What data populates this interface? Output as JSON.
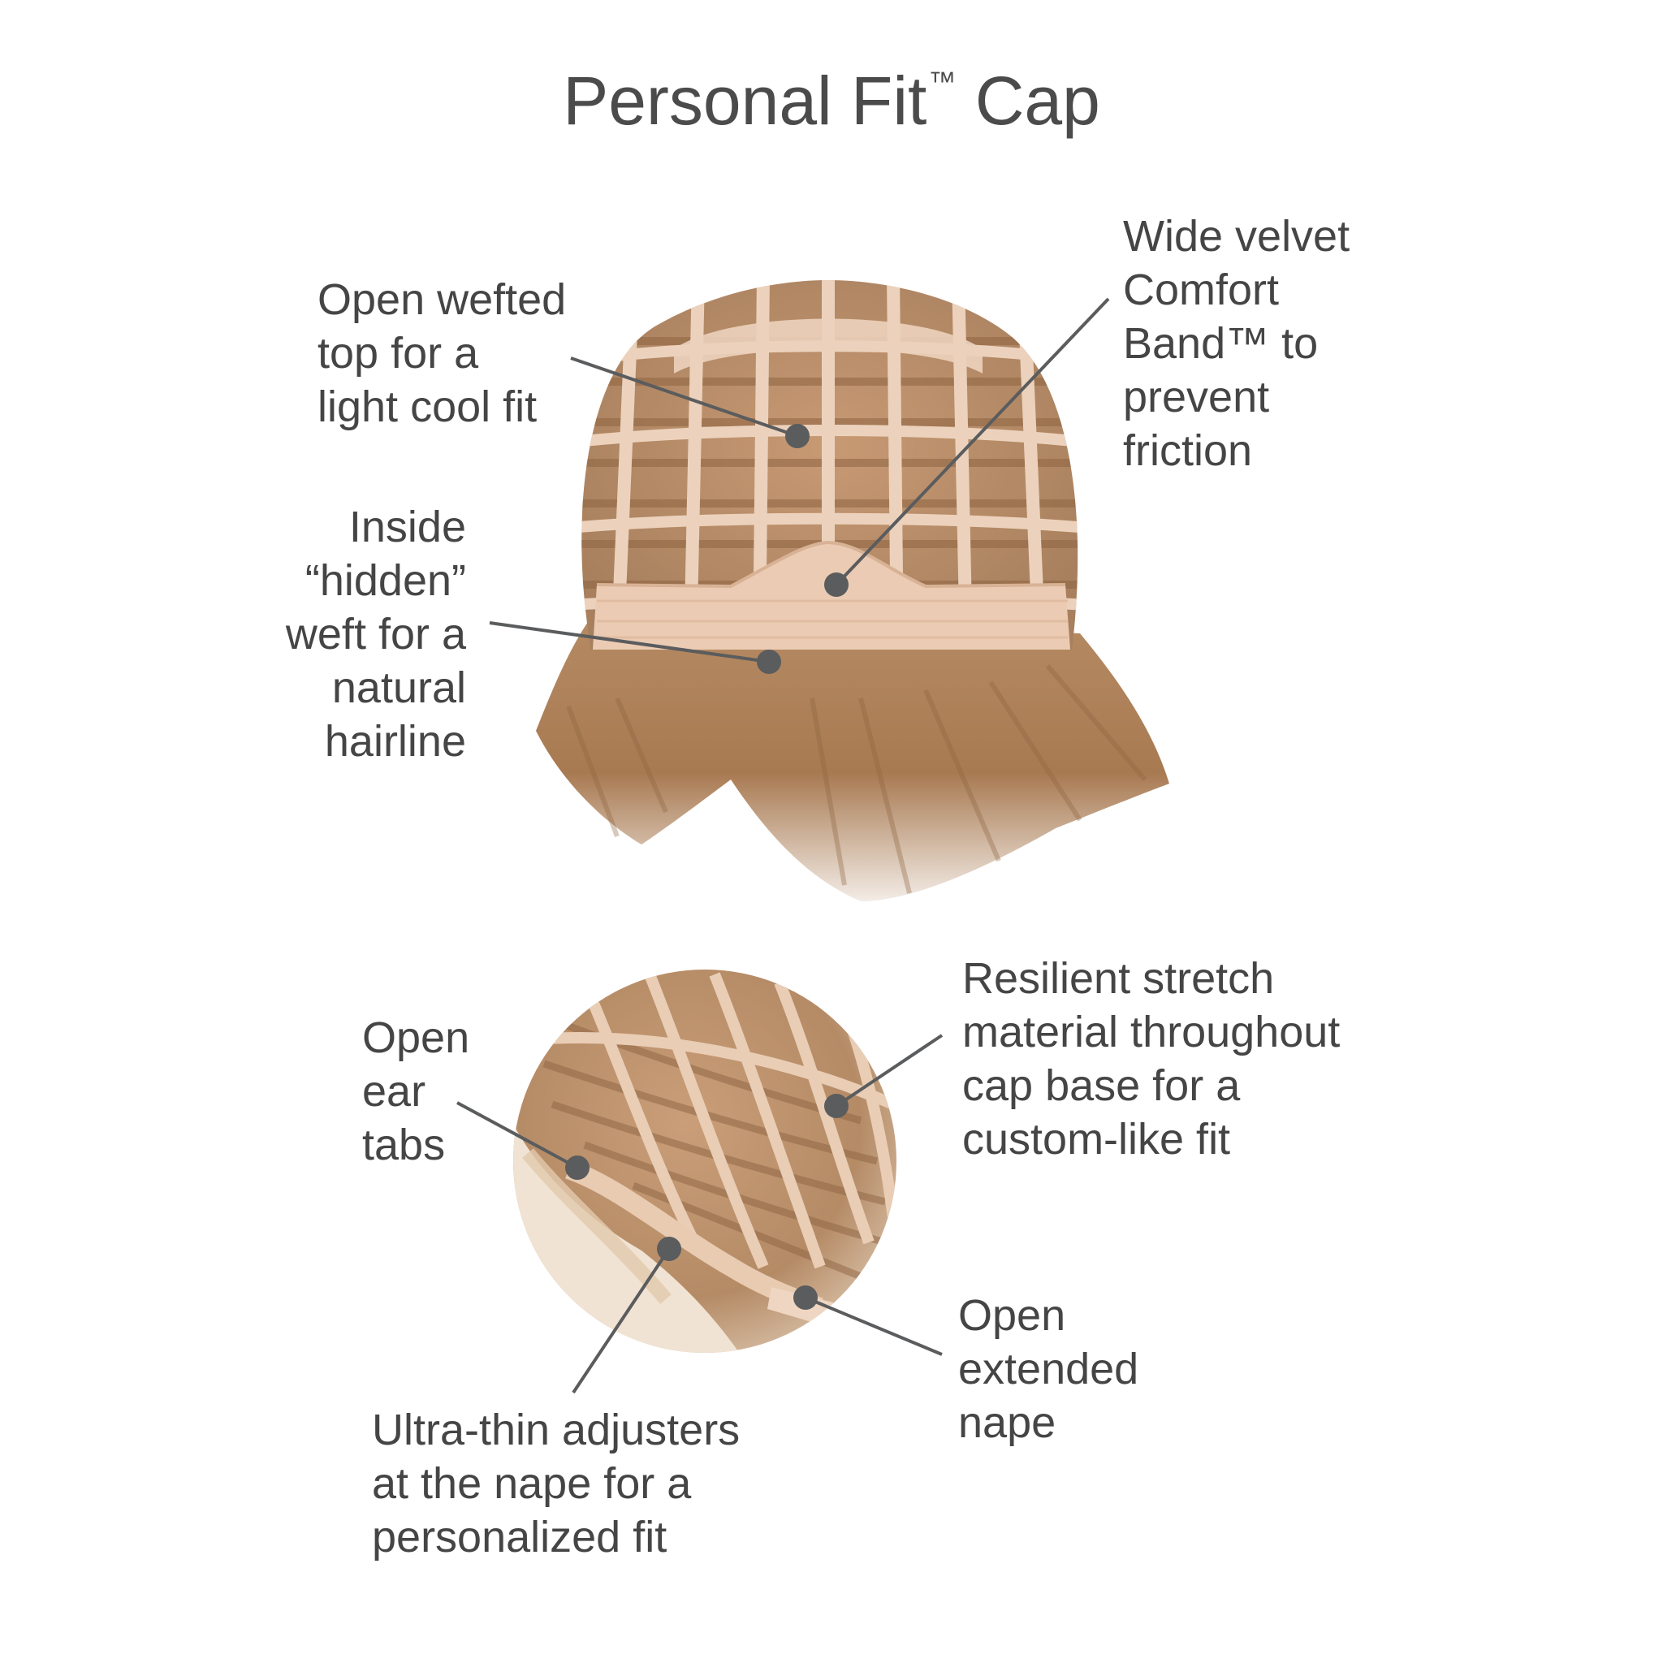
{
  "title": {
    "main": "Personal Fit",
    "tm": "™",
    "tail": " Cap"
  },
  "colors": {
    "text": "#454545",
    "leader": "#5a5c5e",
    "cap_band": "#e8c8ae",
    "hair_light": "#d9b48e",
    "hair_dark": "#a9784f"
  },
  "top_view": {
    "callouts": [
      {
        "text": "Open wefted\ntop for a\nlight cool fit"
      },
      {
        "text": "Wide velvet\nComfort\nBand™ to\nprevent\nfriction"
      },
      {
        "text": "Inside\n“hidden”\nweft for a\nnatural\nhairline"
      }
    ]
  },
  "bottom_view": {
    "callouts": [
      {
        "text": "Open\near\ntabs"
      },
      {
        "text": "Resilient stretch\nmaterial throughout\ncap base for a\ncustom-like fit"
      },
      {
        "text": "Open\nextended\nnape"
      },
      {
        "text": "Ultra-thin adjusters\nat the nape for a\npersonalized fit"
      }
    ]
  }
}
